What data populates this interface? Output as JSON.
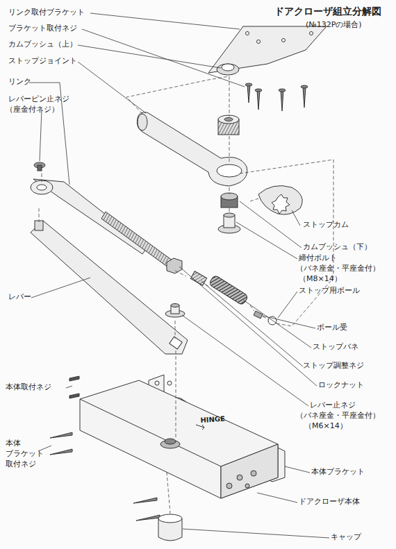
{
  "diagram": {
    "title": "ドアクローザ組立分解図",
    "caption": "(№132Pの場合)",
    "labels": [
      "リンク取付ブラケット",
      "ブラケット取付ネジ",
      "カムブッシュ（上）",
      "ストップジョイント",
      "リンク",
      "レバーピン止ネジ",
      "（座金付ネジ）",
      "ストップカム",
      "カムブッシュ（下）",
      "締付ボルト",
      "（バネ座金・平座金付）",
      "（M8×14）",
      "ストップ用ボール",
      "レバー",
      "ボール受",
      "ストップバネ",
      "ストップ調整ネジ",
      "ロックナット",
      "本体取付ネジ",
      "レバー止ネジ",
      "（バネ座金・平座金付）",
      "（M6×14）",
      "HINGE",
      "本体ブラケット",
      "本体",
      "ブラケット",
      "取付ネジ",
      "ドアクローザ本体",
      "キャップ"
    ]
  }
}
